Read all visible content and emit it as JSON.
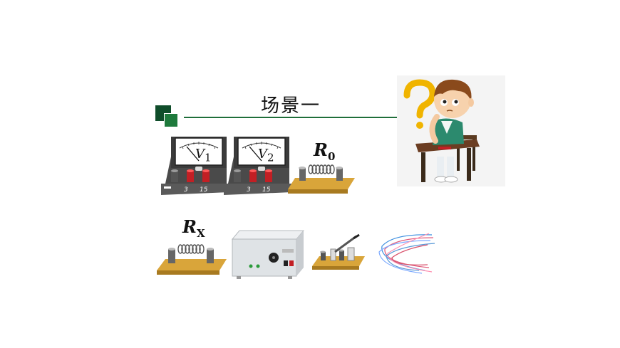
{
  "title": "场景一",
  "labels": {
    "voltmeter1": "V",
    "voltmeter1_sub": "1",
    "voltmeter2": "V",
    "voltmeter2_sub": "2",
    "r0": "R",
    "r0_sub": "0",
    "rx": "R",
    "rx_sub": "X",
    "terminal_3": "3",
    "terminal_15": "15"
  },
  "colors": {
    "accent_green": "#1f6e3a",
    "board_wood": "#d9a53a",
    "meter_body": "#3a3a3a",
    "terminal_red": "#d8262b"
  },
  "icons": [
    "voltmeter-icon",
    "resistor-icon",
    "power-supply-icon",
    "switch-icon",
    "wires-icon",
    "thinking-boy-icon",
    "question-mark-icon"
  ]
}
